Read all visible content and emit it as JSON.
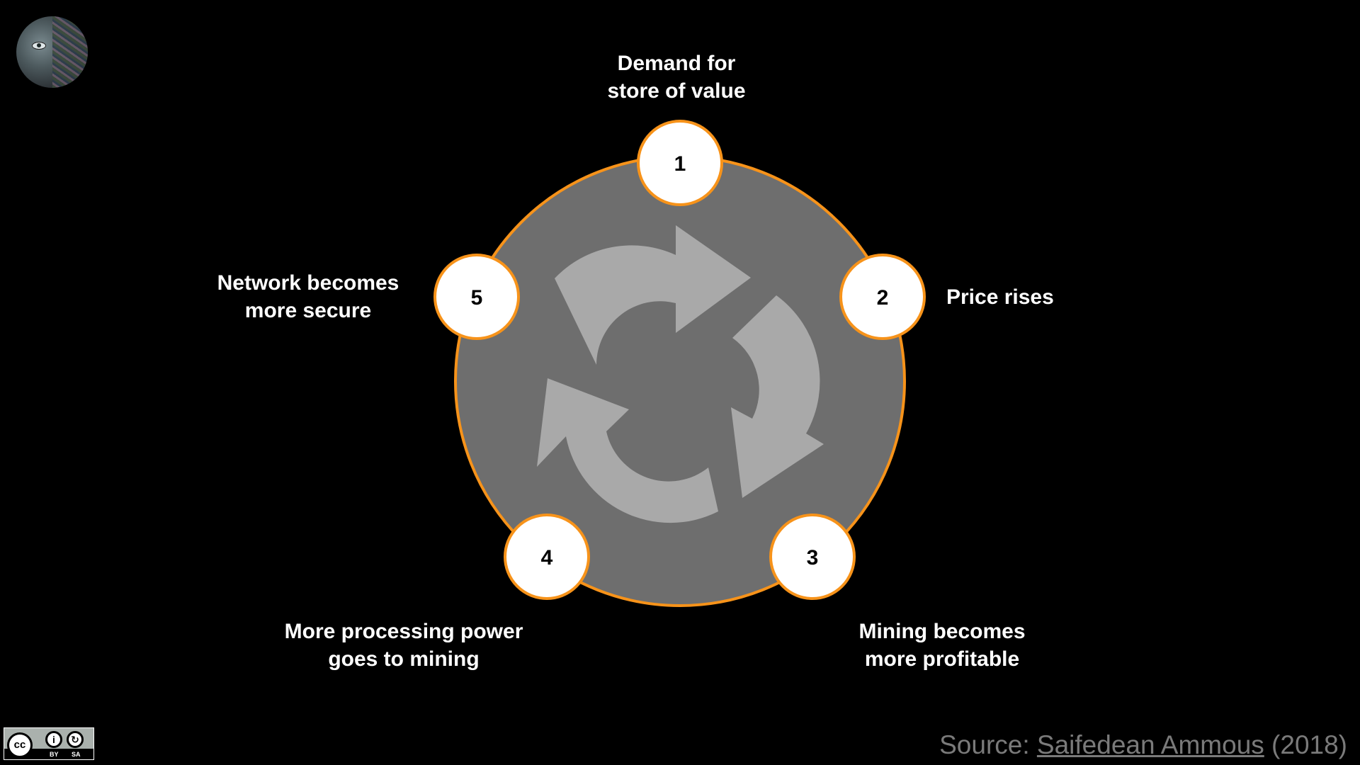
{
  "steps": [
    {
      "number": "1",
      "label_lines": [
        "Demand for",
        "store of value"
      ]
    },
    {
      "number": "2",
      "label_lines": [
        "Price rises"
      ]
    },
    {
      "number": "3",
      "label_lines": [
        "Mining becomes",
        "more profitable"
      ]
    },
    {
      "number": "4",
      "label_lines": [
        "More processing power",
        "goes to mining"
      ]
    },
    {
      "number": "5",
      "label_lines": [
        "Network becomes",
        "more secure"
      ]
    }
  ],
  "colors": {
    "background": "#000000",
    "cycle_fill": "#6e6e6e",
    "ring_accent": "#f7931a",
    "node_fill": "#ffffff",
    "arrows": "#a9a9a9",
    "source_text": "#7a7a7a"
  },
  "center_icon": "cycle-arrows-icon",
  "license": {
    "icon": "cc-by-sa-icon",
    "main": "cc",
    "by_label": "BY",
    "sa_label": "SA"
  },
  "source": {
    "prefix": "Source: ",
    "link_text": "Saifedean Ammous",
    "suffix": " (2018)"
  },
  "avatar": "author-avatar"
}
